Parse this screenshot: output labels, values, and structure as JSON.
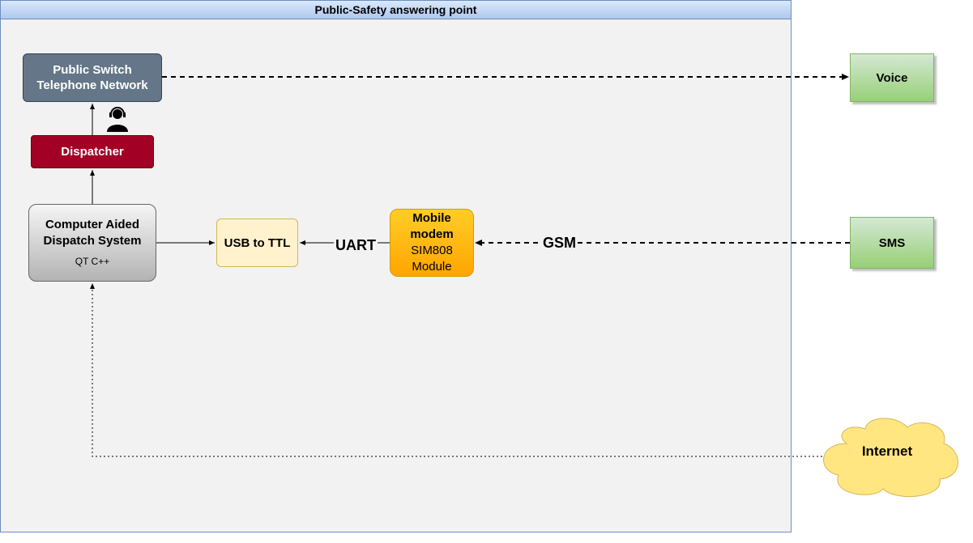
{
  "container": {
    "title": "Public-Safety answering point"
  },
  "nodes": {
    "pstn": {
      "line1": "Public Switch",
      "line2": "Telephone Network"
    },
    "dispatcher": {
      "label": "Dispatcher",
      "icon": "headset-operator-icon"
    },
    "cad": {
      "line1": "Computer Aided",
      "line2": "Dispatch System",
      "sub": "QT C++"
    },
    "usb": {
      "label": "USB to TTL"
    },
    "modem": {
      "line1": "Mobile",
      "line2": "modem",
      "line3": "SIM808",
      "line4": "Module"
    },
    "voice": {
      "label": "Voice"
    },
    "sms": {
      "label": "SMS"
    },
    "internet": {
      "label": "Internet"
    }
  },
  "edges": {
    "uart": "UART",
    "gsm": "GSM"
  },
  "colors": {
    "pstn": "#647687",
    "dispatcher": "#a20025",
    "usb": "#fff2cc",
    "modem": "#ffa500",
    "green": "#d5e8d4",
    "cloud": "#ffe680",
    "container": "#f2f2f2",
    "header": "#dae8fc"
  }
}
